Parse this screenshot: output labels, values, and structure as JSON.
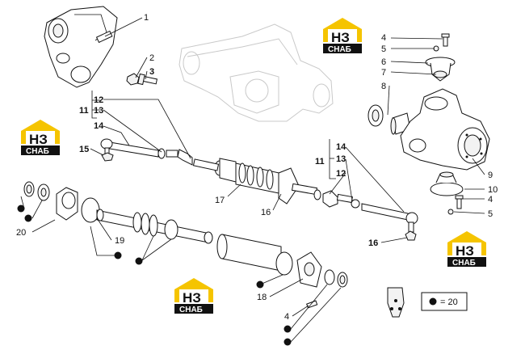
{
  "labels": {
    "l1": "1",
    "l2": "2",
    "l3": "3",
    "l4a": "4",
    "l5a": "5",
    "l6": "6",
    "l7": "7",
    "l8": "8",
    "l9": "9",
    "l10": "10",
    "l4b": "4",
    "l5b": "5",
    "l11a": "11",
    "l12a": "12",
    "l13a": "13",
    "l14a": "14",
    "l15": "15",
    "l11b": "11",
    "l14b": "14",
    "l13b": "13",
    "l12b": "12",
    "l16b": "16",
    "l17": "17",
    "l16a": "16",
    "l19": "19",
    "l20": "20",
    "l18": "18",
    "l4c": "4"
  },
  "legend": {
    "text": "= 20"
  },
  "logo": {
    "brand": "СНАБ",
    "mark": "НЗ"
  },
  "colors": {
    "logo_yellow": "#f5c400",
    "logo_black": "#111111",
    "ink": "#111111",
    "ghost": "#c9c9c9"
  }
}
